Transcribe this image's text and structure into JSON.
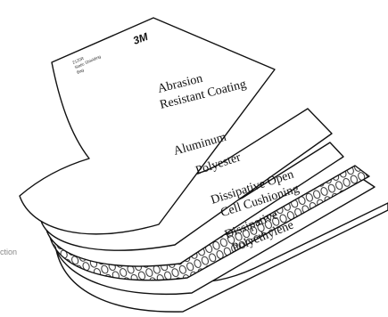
{
  "brand_logo": "3M",
  "bag_print": [
    "2120R",
    "Static Shielding",
    "Bag"
  ],
  "layers": [
    {
      "label_lines": [
        "Abrasion",
        "Resistant Coating"
      ]
    },
    {
      "label_lines": [
        "Aluminum"
      ]
    },
    {
      "label_lines": [
        "Polyester"
      ]
    },
    {
      "label_lines": [
        "Dissipative Open",
        "Cell Cushioning"
      ]
    },
    {
      "label_lines": [
        "Dissipative",
        "Polyethylene"
      ]
    }
  ],
  "side_label": "ction"
}
